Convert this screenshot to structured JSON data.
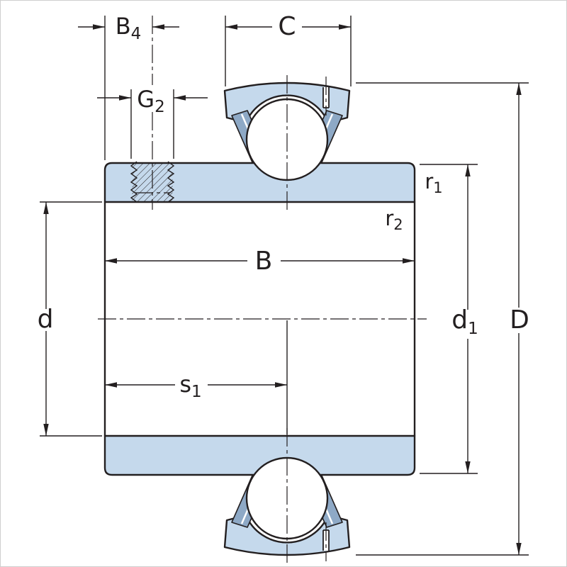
{
  "colors": {
    "background": "#ffffff",
    "line": "#231f20",
    "ring_fill": "#c5d9ec",
    "seal_fill": "#8ea9c6"
  },
  "labels": {
    "B4": {
      "base": "B",
      "sub": "4"
    },
    "C": {
      "base": "C",
      "sub": ""
    },
    "G2": {
      "base": "G",
      "sub": "2"
    },
    "r1": {
      "base": "r",
      "sub": "1"
    },
    "r2": {
      "base": "r",
      "sub": "2"
    },
    "B": {
      "base": "B",
      "sub": ""
    },
    "d": {
      "base": "d",
      "sub": ""
    },
    "d1": {
      "base": "d",
      "sub": "1"
    },
    "D": {
      "base": "D",
      "sub": ""
    },
    "s1": {
      "base": "s",
      "sub": "1"
    }
  }
}
